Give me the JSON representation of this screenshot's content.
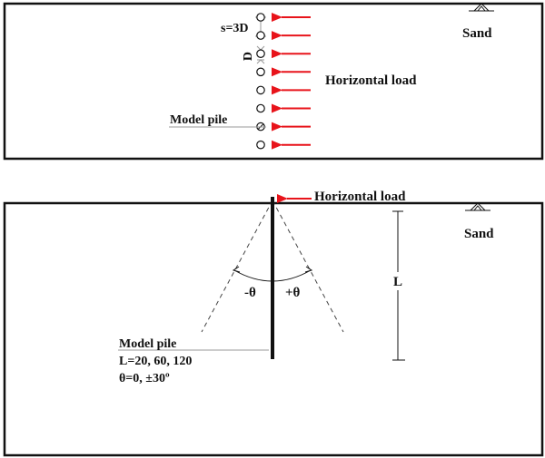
{
  "top_panel": {
    "sand_label": "Sand",
    "spacing_label": "s=3D",
    "diameter_label": "D",
    "load_label": "Horizontal load",
    "pile_label": "Model pile",
    "pile_count": 8,
    "model_pile_index": 6
  },
  "bottom_panel": {
    "sand_label": "Sand",
    "load_label": "Horizontal load",
    "length_label": "L",
    "angle_neg_label": "-θ",
    "angle_pos_label": "+θ",
    "pile_label": "Model pile",
    "length_values": "L=20, 60, 120",
    "angle_values": "θ=0, ±30º"
  },
  "colors": {
    "load_arrow": "#e8141b",
    "outline": "#111111",
    "leader": "#9a9a9a"
  }
}
